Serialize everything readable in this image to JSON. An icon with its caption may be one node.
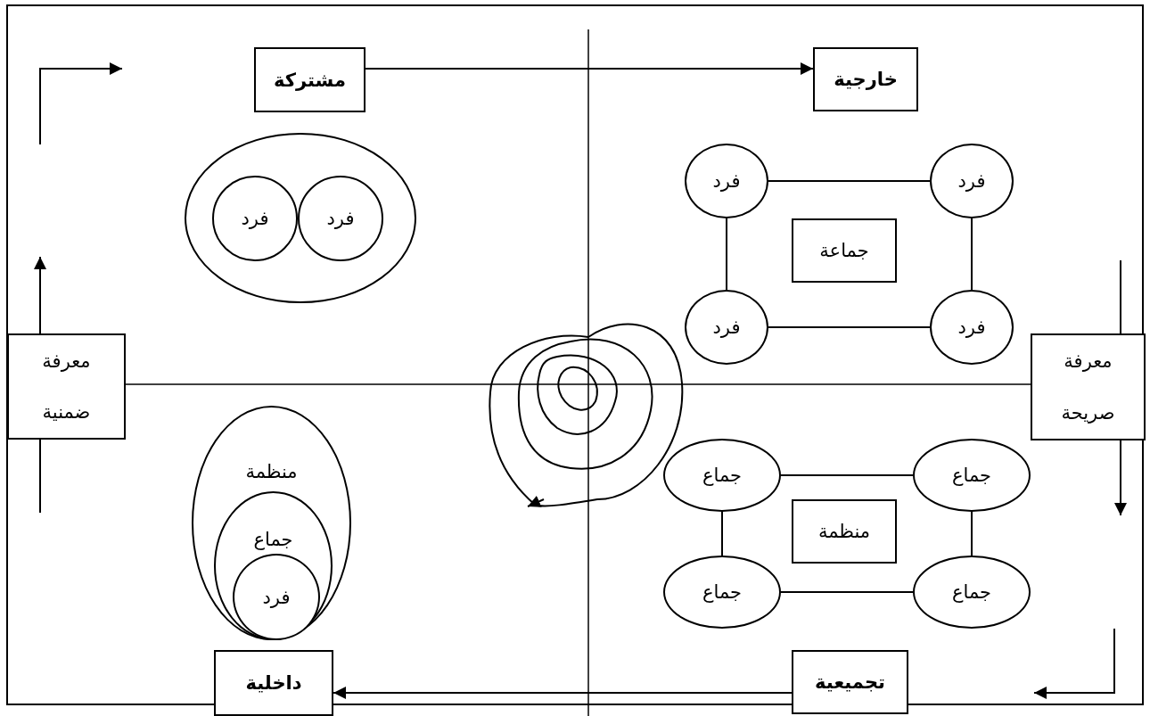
{
  "diagram": {
    "nodes": [
      {
        "text": [
          "مشتركة"
        ]
      },
      {
        "text": [],
        "shape": "ellipse"
      },
      {
        "text": [
          "فرد"
        ],
        "in": 1
      },
      {
        "text": [
          "فرد"
        ],
        "in": 1
      },
      {
        "text": [
          "خارجية"
        ]
      },
      {
        "text": [
          "فرد"
        ]
      },
      {
        "text": [
          "فرد"
        ]
      },
      {
        "text": [
          "جماعة"
        ]
      },
      {
        "text": [
          "فرد"
        ]
      },
      {
        "text": [
          "فرد"
        ]
      },
      {
        "text": [
          "معرفة",
          "ضمنية"
        ]
      },
      {
        "text": [
          "معرفة",
          "صريحة"
        ]
      },
      {
        "text": [
          "منظمة"
        ]
      },
      {
        "text": [
          "جماع"
        ],
        "in": 12
      },
      {
        "text": [
          "فرد"
        ],
        "in": 13
      },
      {
        "text": [
          "داخلية"
        ]
      },
      {
        "text": [
          "جماع"
        ]
      },
      {
        "text": [
          "جماع"
        ]
      },
      {
        "text": [
          "منظمة"
        ]
      },
      {
        "text": [
          "جماع"
        ]
      },
      {
        "text": [
          "جماع"
        ]
      },
      {
        "text": [
          "تجميعية"
        ]
      }
    ],
    "edges": [
      {
        "from": 5,
        "to": 6,
        "arrow": "none"
      },
      {
        "from": 5,
        "to": 8,
        "arrow": "none"
      },
      {
        "from": 6,
        "to": 9,
        "arrow": "none"
      },
      {
        "from": 8,
        "to": 9,
        "arrow": "none"
      },
      {
        "from": 16,
        "to": 17,
        "arrow": "none"
      },
      {
        "from": 16,
        "to": 19,
        "arrow": "none"
      },
      {
        "from": 17,
        "to": 20,
        "arrow": "none"
      },
      {
        "from": 19,
        "to": 20,
        "arrow": "none"
      },
      {
        "from": 10,
        "to": null,
        "arrow": "to"
      },
      {
        "from": 10,
        "to": null,
        "arrow": "none"
      },
      {
        "from": 0,
        "to": 4,
        "arrow": "to"
      },
      {
        "from": null,
        "to": 11,
        "arrow": "none"
      },
      {
        "from": 11,
        "to": null,
        "arrow": "to"
      },
      {
        "from": 21,
        "to": 15,
        "arrow": "to"
      }
    ]
  }
}
